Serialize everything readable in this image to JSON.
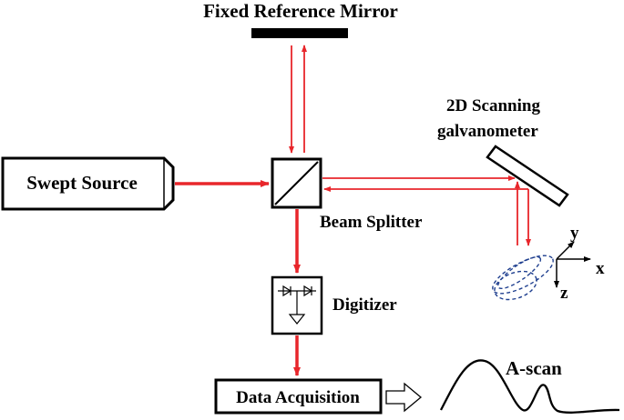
{
  "labels": {
    "mirror": "Fixed Reference Mirror",
    "source": "Swept Source",
    "splitter": "Beam Splitter",
    "galvo_line1": "2D Scanning",
    "galvo_line2": "galvanometer",
    "digitizer": "Digitizer",
    "daq": "Data Acquisition",
    "ascan": "A-scan"
  },
  "axes": {
    "x": "x",
    "y": "y",
    "z": "z"
  },
  "colors": {
    "beam": "#e8262b",
    "sample": "#1f3f8f",
    "ink": "#000000",
    "box_fill": "#ffffff"
  },
  "icons": {
    "digitizer": "photodiode-pair-icon",
    "flow_arrow": "hollow-right-arrow-icon",
    "sample": "scan-pattern-icon"
  }
}
